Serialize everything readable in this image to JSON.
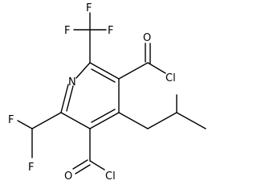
{
  "atoms": {
    "n1": "N",
    "f_cf3_top": "F",
    "f_cf3_left": "F",
    "f_cf3_right": "F",
    "cl_upper": "Cl",
    "o_upper": "O",
    "f_chf2_left": "F",
    "f_chf2_bottom": "F",
    "cl_lower": "Cl",
    "o_lower": "O"
  }
}
